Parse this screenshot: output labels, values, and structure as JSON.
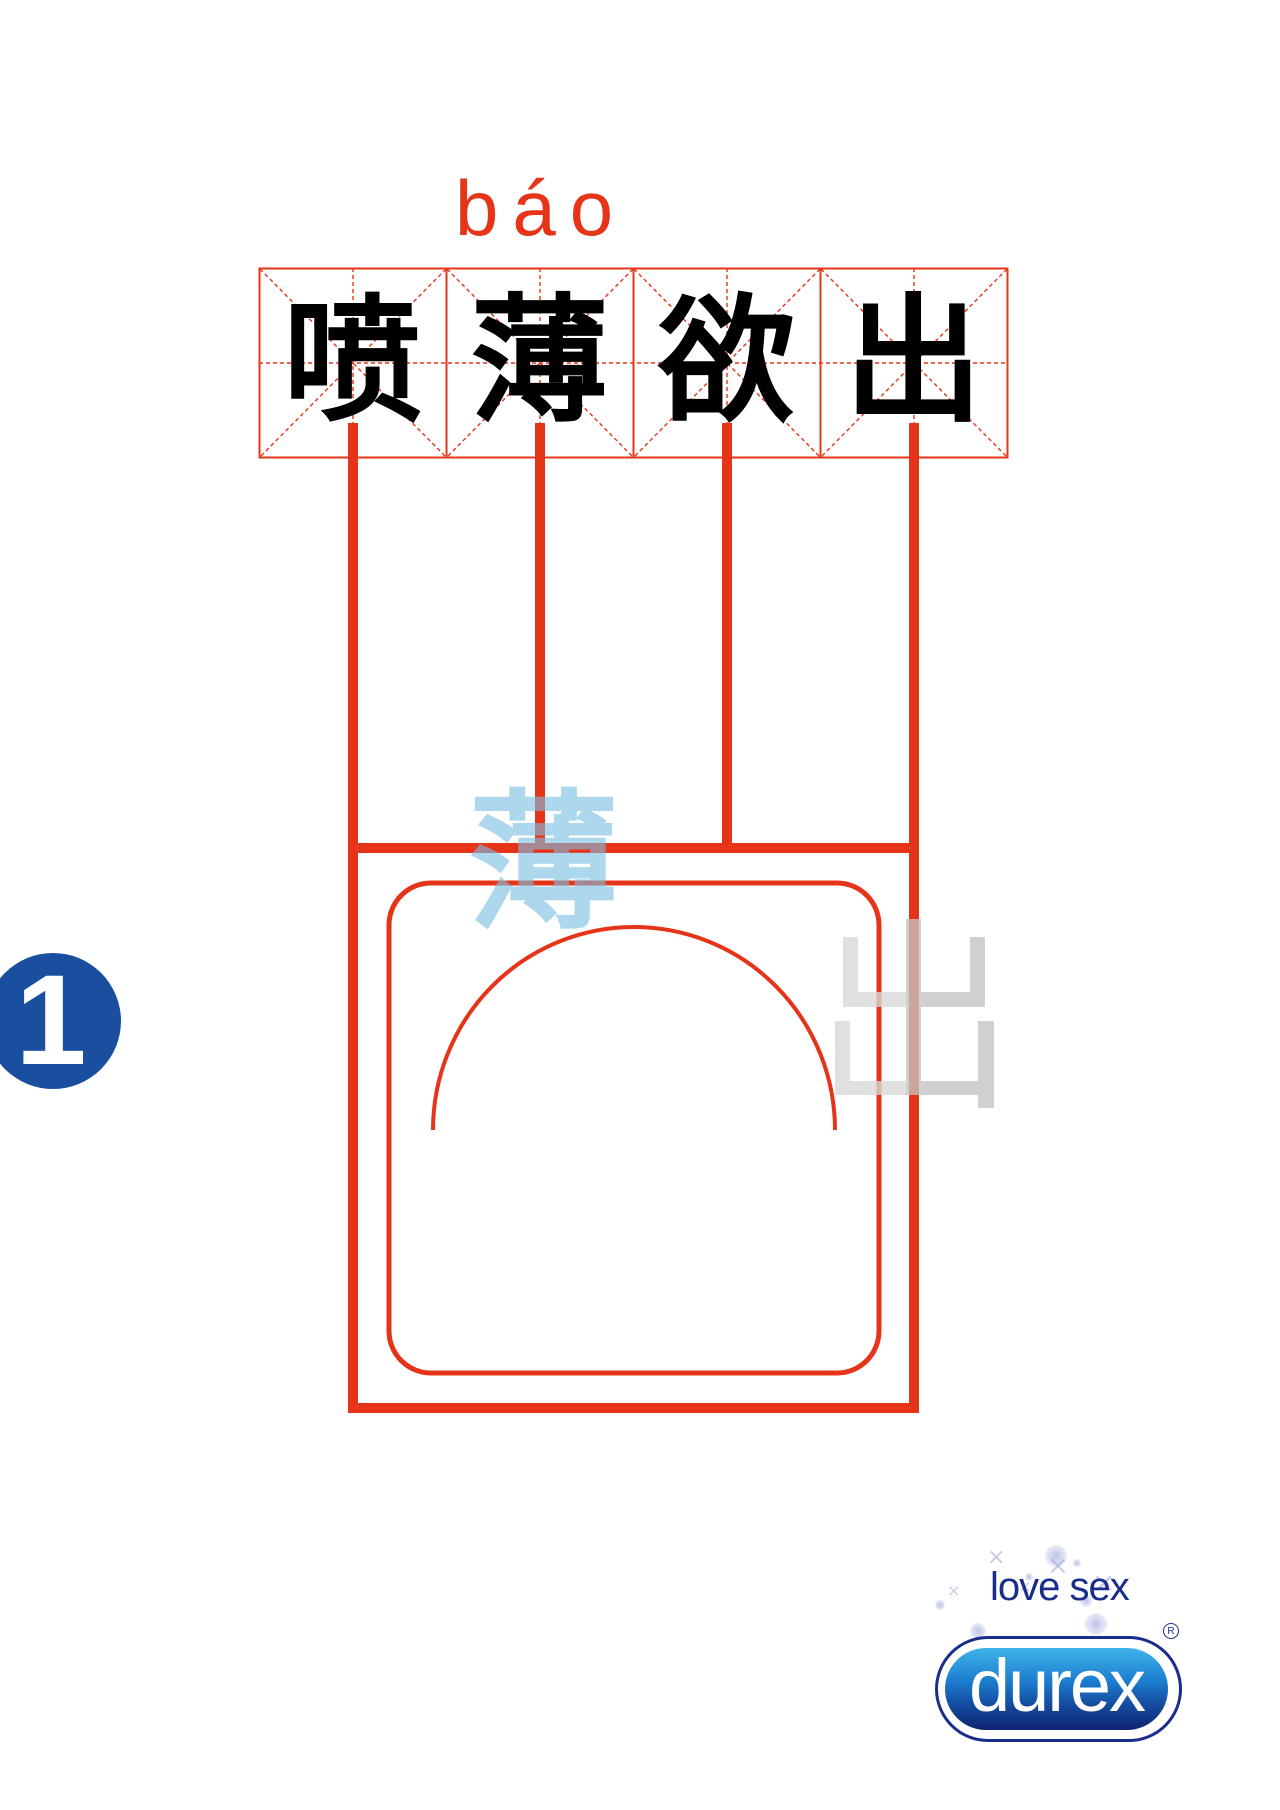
{
  "poster": {
    "pinyin": "báo",
    "headline_chars": [
      "喷",
      "薄",
      "欲",
      "出"
    ],
    "highlight_char": "薄",
    "ghost_char": "出",
    "badge_number": "1",
    "colors": {
      "accent_red": "#e63419",
      "grid_dash_red": "#e63419",
      "badge_blue": "#1a4fa0",
      "highlight_blue": "#7abee1",
      "ghost_gray_light": "#dddddd",
      "ghost_gray_dark": "#cdcdcd",
      "brand_navy": "#1b2d8c"
    }
  },
  "brand": {
    "tagline": "love sex",
    "logo_text": "durex",
    "registered_mark": "R"
  }
}
